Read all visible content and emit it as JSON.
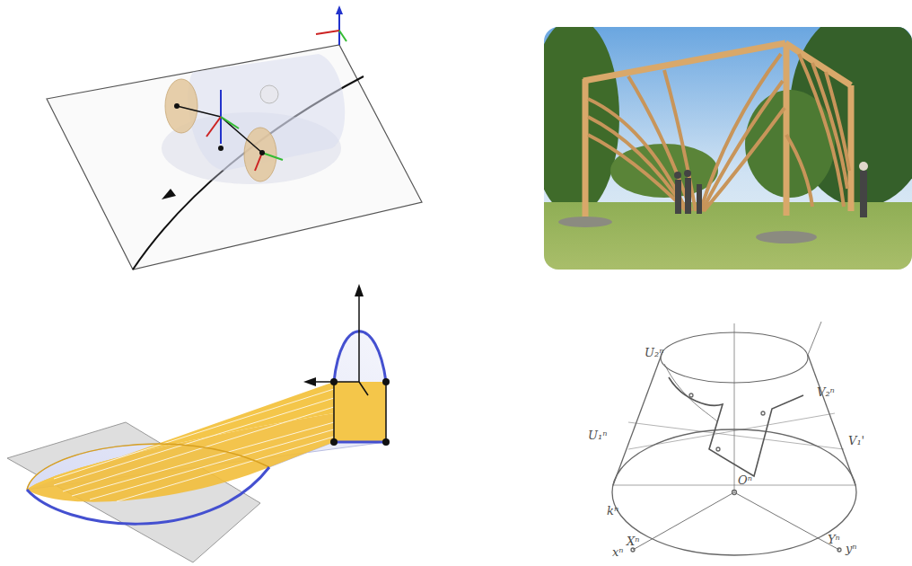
{
  "diagram": {
    "labels": [
      "U₂ⁿ",
      "V₂ⁿ",
      "U₁ⁿ",
      "V₁'",
      "kⁿ",
      "Oⁿ",
      "Xⁿ",
      "Yⁿ",
      "xⁿ",
      "yⁿ"
    ]
  }
}
